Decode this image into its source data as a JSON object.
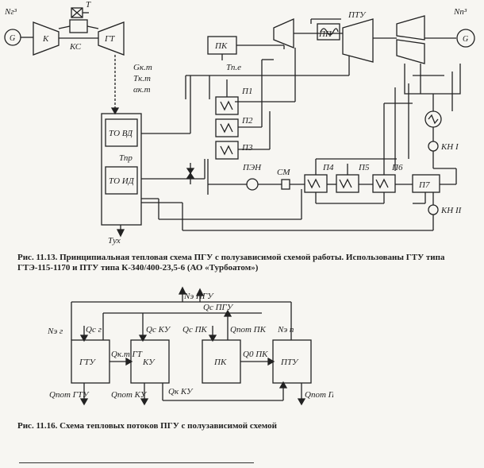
{
  "fig1": {
    "labels": {
      "n_gen_left": "Nг³",
      "gen_left": "G",
      "compressor": "К",
      "combustor": "КС",
      "gas_turbine": "ГТ",
      "fuel": "Т",
      "pk": "ПК",
      "pp": "ПП",
      "ptu": "ПТУ",
      "n_gen_right": "Nп³",
      "gen_right": "G",
      "g_kt": "Gк.т",
      "t_kt": "Tк.т",
      "alpha_kt": "αк.т",
      "t_pe": "Тп.е",
      "p1": "П1",
      "p2": "П2",
      "p3": "П3",
      "to_vd": "ТО ВД",
      "t_pr": "Тпр",
      "to_id": "ТО ИД",
      "pen": "ПЭН",
      "sm": "СМ",
      "p4": "П4",
      "p5": "П5",
      "p6": "П6",
      "p7": "П7",
      "kn1": "КН I",
      "kn2": "КН II",
      "t_ux": "Tух"
    },
    "caption": "Рис. 11.13. Принципиальная тепловая схема ПГУ с полузависимой схемой работы. Использованы ГТУ типа ГТЭ-115-1170 и ПТУ типа К-340/400-23,5-6 (АО «Турбоатом»)"
  },
  "fig2": {
    "labels": {
      "n_pgu": "Nэ ПГУ",
      "q_pgu": "Qс ПГУ",
      "n_g": "Nэ г",
      "q_g": "Qс г",
      "q_ku": "Qс КУ",
      "q_pk_s": "Qс ПК",
      "q_pk_pot": "Qпот ПК",
      "n_p": "Nэ п",
      "gtu": "ГТУ",
      "q_gt": "Qк.т ГТ",
      "ku": "КУ",
      "pk": "ПК",
      "q_pk0": "Q0 ПК",
      "ptu": "ПТУ",
      "q_gtu_pot": "Qпот ГТУ",
      "q_ku_pot": "Qпот КУ",
      "q_ku_k": "Qк КУ",
      "q_ptu_pot": "Qпот ПТУ"
    },
    "caption": "Рис. 11.16. Схема тепловых потоков ПГУ с полузависимой схемой"
  }
}
